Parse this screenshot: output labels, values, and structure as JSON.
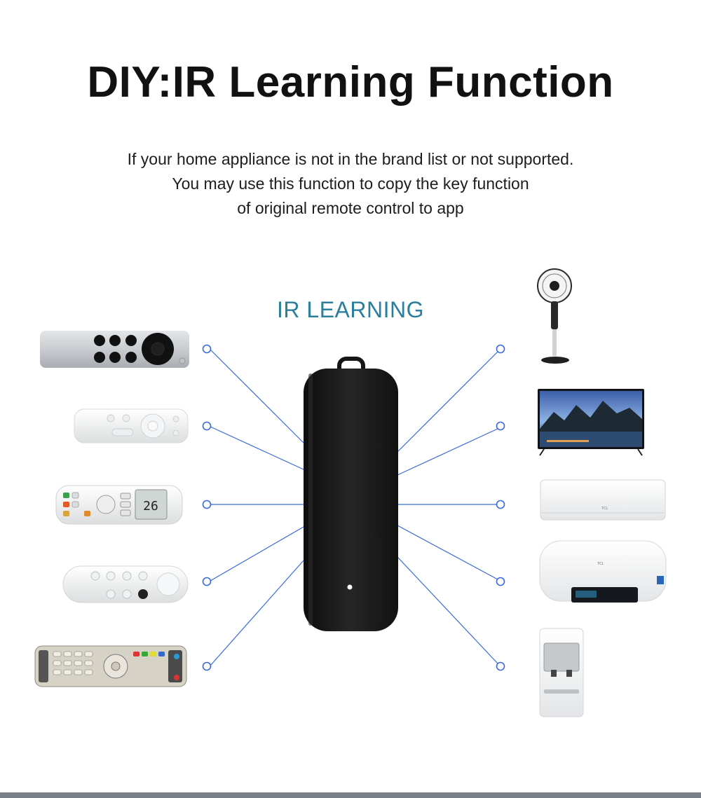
{
  "header": {
    "title": "DIY:IR Learning Function",
    "subtitle_lines": [
      "If your home appliance is not in the brand list or not supported.",
      "You may use this function to copy the key function",
      "of original remote control to app"
    ]
  },
  "diagram": {
    "center_label": "IR LEARNING",
    "hub_device": "ir-blaster",
    "remotes": [
      "apple-tv-remote",
      "white-minimal-remote",
      "air-conditioner-remote",
      "streaming-remote",
      "tv-remote"
    ],
    "appliances": [
      "stand-fan",
      "television",
      "air-conditioner",
      "water-heater",
      "water-dispenser"
    ],
    "ac_brand": "TCL",
    "heater_brand": "TCL",
    "ac_remote_display": "26"
  },
  "colors": {
    "connector_line": "#3a6ad8",
    "label": "#2b7f9c",
    "hub": "#161616"
  }
}
